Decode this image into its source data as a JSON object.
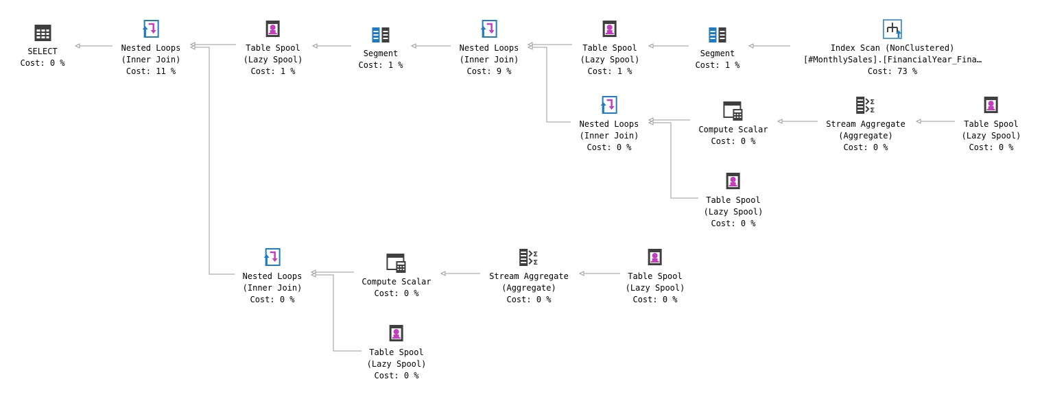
{
  "colors": {
    "edge": "#9a9a9a",
    "icon_dark": "#3f3f3f",
    "icon_blue": "#1f7bc4",
    "icon_pink": "#c43dbd"
  },
  "nodes": [
    {
      "id": "select",
      "icon": "select-icon",
      "lines": [
        "SELECT",
        "Cost: 0 %"
      ]
    },
    {
      "id": "nl1",
      "icon": "nested-loops-icon",
      "lines": [
        "Nested Loops",
        "(Inner Join)",
        "Cost: 11 %"
      ]
    },
    {
      "id": "ts1",
      "icon": "table-spool-icon",
      "lines": [
        "Table Spool",
        "(Lazy Spool)",
        "Cost: 1 %"
      ]
    },
    {
      "id": "seg1",
      "icon": "segment-icon",
      "lines": [
        "Segment",
        "Cost: 1 %"
      ]
    },
    {
      "id": "nl2",
      "icon": "nested-loops-icon",
      "lines": [
        "Nested Loops",
        "(Inner Join)",
        "Cost: 9 %"
      ]
    },
    {
      "id": "ts2",
      "icon": "table-spool-icon",
      "lines": [
        "Table Spool",
        "(Lazy Spool)",
        "Cost: 1 %"
      ]
    },
    {
      "id": "seg2",
      "icon": "segment-icon",
      "lines": [
        "Segment",
        "Cost: 1 %"
      ]
    },
    {
      "id": "idx",
      "icon": "index-scan-icon",
      "lines": [
        "Index Scan (NonClustered)",
        "[#MonthlySales].[FinancialYear_Fina…",
        "Cost: 73 %"
      ]
    },
    {
      "id": "nl3",
      "icon": "nested-loops-icon",
      "lines": [
        "Nested Loops",
        "(Inner Join)",
        "Cost: 0 %"
      ]
    },
    {
      "id": "cs1",
      "icon": "compute-scalar-icon",
      "lines": [
        "Compute Scalar",
        "Cost: 0 %"
      ]
    },
    {
      "id": "sa1",
      "icon": "stream-aggregate-icon",
      "lines": [
        "Stream Aggregate",
        "(Aggregate)",
        "Cost: 0 %"
      ]
    },
    {
      "id": "ts3",
      "icon": "table-spool-icon",
      "lines": [
        "Table Spool",
        "(Lazy Spool)",
        "Cost: 0 %"
      ]
    },
    {
      "id": "ts4",
      "icon": "table-spool-icon",
      "lines": [
        "Table Spool",
        "(Lazy Spool)",
        "Cost: 0 %"
      ]
    },
    {
      "id": "nl4",
      "icon": "nested-loops-icon",
      "lines": [
        "Nested Loops",
        "(Inner Join)",
        "Cost: 0 %"
      ]
    },
    {
      "id": "cs2",
      "icon": "compute-scalar-icon",
      "lines": [
        "Compute Scalar",
        "Cost: 0 %"
      ]
    },
    {
      "id": "sa2",
      "icon": "stream-aggregate-icon",
      "lines": [
        "Stream Aggregate",
        "(Aggregate)",
        "Cost: 0 %"
      ]
    },
    {
      "id": "ts5",
      "icon": "table-spool-icon",
      "lines": [
        "Table Spool",
        "(Lazy Spool)",
        "Cost: 0 %"
      ]
    },
    {
      "id": "ts6",
      "icon": "table-spool-icon",
      "lines": [
        "Table Spool",
        "(Lazy Spool)",
        "Cost: 0 %"
      ]
    }
  ],
  "edges": [
    {
      "from": "nl1",
      "to": "select"
    },
    {
      "from": "ts1",
      "to": "nl1"
    },
    {
      "from": "seg1",
      "to": "ts1"
    },
    {
      "from": "nl2",
      "to": "seg1"
    },
    {
      "from": "ts2",
      "to": "nl2"
    },
    {
      "from": "seg2",
      "to": "ts2"
    },
    {
      "from": "idx",
      "to": "seg2"
    },
    {
      "from": "nl3",
      "to": "nl2"
    },
    {
      "from": "cs1",
      "to": "nl3"
    },
    {
      "from": "sa1",
      "to": "cs1"
    },
    {
      "from": "ts3",
      "to": "sa1"
    },
    {
      "from": "ts4",
      "to": "nl3"
    },
    {
      "from": "nl4",
      "to": "nl1"
    },
    {
      "from": "cs2",
      "to": "nl4"
    },
    {
      "from": "sa2",
      "to": "cs2"
    },
    {
      "from": "ts5",
      "to": "sa2"
    },
    {
      "from": "ts6",
      "to": "nl4"
    }
  ]
}
